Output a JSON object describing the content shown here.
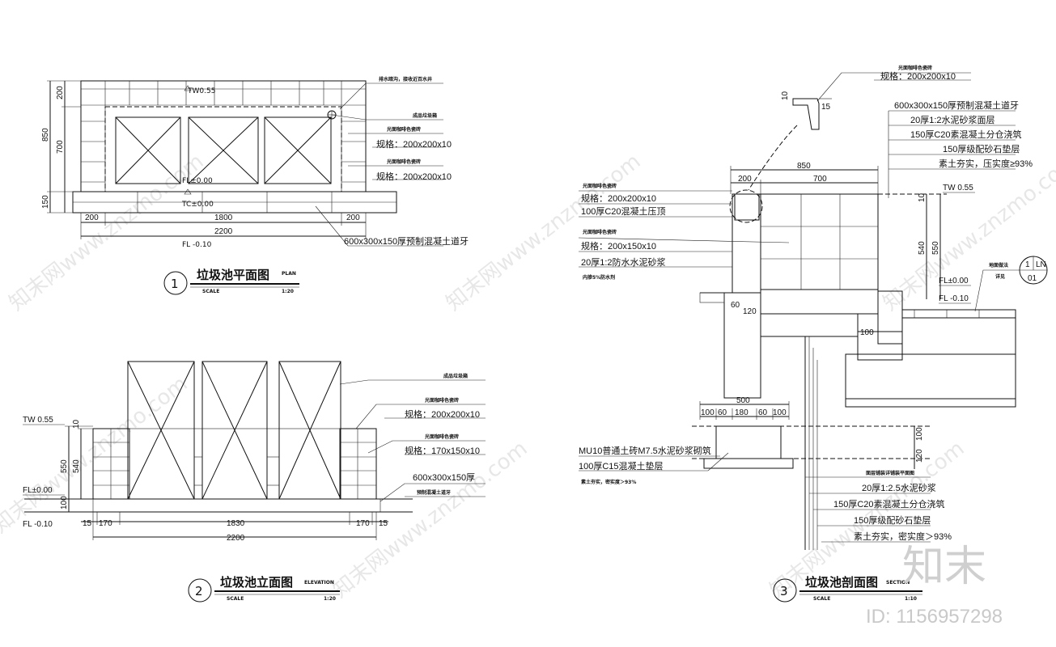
{
  "plan": {
    "num": "1",
    "title": "垃圾池平面图",
    "tag": "PLAN",
    "scale_label": "SCALE",
    "scale": "1:20",
    "dims_left": [
      "200",
      "700",
      "850",
      "150"
    ],
    "dims_bottom": [
      "200",
      "1800",
      "200",
      "2200"
    ],
    "marks": [
      "TW0.55",
      "FL±0.00",
      "TC±0.00",
      "FL -0.10"
    ],
    "notes": [
      "排水暗沟，接收近百水井",
      "成品垃圾箱",
      "光面咖啡色瓷砖",
      "规格：200x200x10",
      "光面咖啡色瓷砖",
      "规格：200x200x10",
      "600x300x150厚预制混凝土道牙"
    ]
  },
  "elevation": {
    "num": "2",
    "title": "垃圾池立面图",
    "tag": "ELEVATION",
    "scale_label": "SCALE",
    "scale": "1:20",
    "dims_left": [
      "10",
      "540",
      "550",
      "100"
    ],
    "dims_bottom": [
      "15",
      "170",
      "1830",
      "170",
      "15",
      "2200"
    ],
    "marks": [
      "TW 0.55",
      "FL±0.00",
      "FL -0.10"
    ],
    "notes": [
      "成品垃圾箱",
      "光面咖啡色瓷砖",
      "规格：200x200x10",
      "光面咖啡色瓷砖",
      "规格：170x150x10",
      "600x300x150厚",
      "预制混凝土道牙"
    ]
  },
  "section": {
    "num": "3",
    "title": "垃圾池剖面图",
    "tag": "SECTION",
    "scale_label": "SCALE",
    "scale": "1:10",
    "dims_top": [
      "850",
      "200",
      "700"
    ],
    "dims_detail": [
      "10",
      "15"
    ],
    "dims_right": [
      "10",
      "550",
      "540"
    ],
    "dims_mid": [
      "60",
      "120",
      "100",
      "500",
      "100",
      "60",
      "180",
      "60",
      "100",
      "100",
      "120"
    ],
    "marks": [
      "TW 0.55",
      "FL±0.00",
      "FL -0.10"
    ],
    "index": {
      "label": "地面做法",
      "num": "1",
      "sheet": "LN",
      "page": "01",
      "sub": "详见"
    },
    "notes_top": [
      "光面咖啡色瓷砖",
      "规格：200x200x10",
      "600x300x150厚预制混凝土道牙",
      "20厚1:2水泥砂浆面层",
      "150厚C20素混凝土分仓浇筑",
      "150厚级配砂石垫层",
      "素土夯实，压实度≥93%"
    ],
    "notes_left": [
      "光面咖啡色瓷砖",
      "规格：200x200x10",
      "100厚C20混凝土压顶",
      "光面咖啡色瓷砖",
      "规格：200x150x10",
      "20厚1:2防水水泥砂浆",
      "内掺5%防水剂"
    ],
    "notes_bottom_left": [
      "MU10普通土砖M7.5水泥砂浆砌筑",
      "100厚C15混凝土垫层",
      "素土夯实，密实度＞93%"
    ],
    "notes_bottom_right": [
      "面层铺装详铺装平面图",
      "20厚1:2.5水泥砂浆",
      "150厚C20素混凝土分仓浇筑",
      "150厚级配砂石垫层",
      "素土夯实，密实度＞93%"
    ]
  },
  "brand": {
    "logo": "知末",
    "id": "ID: 1156957298",
    "watermark": "知末网www.znzmo.com"
  }
}
